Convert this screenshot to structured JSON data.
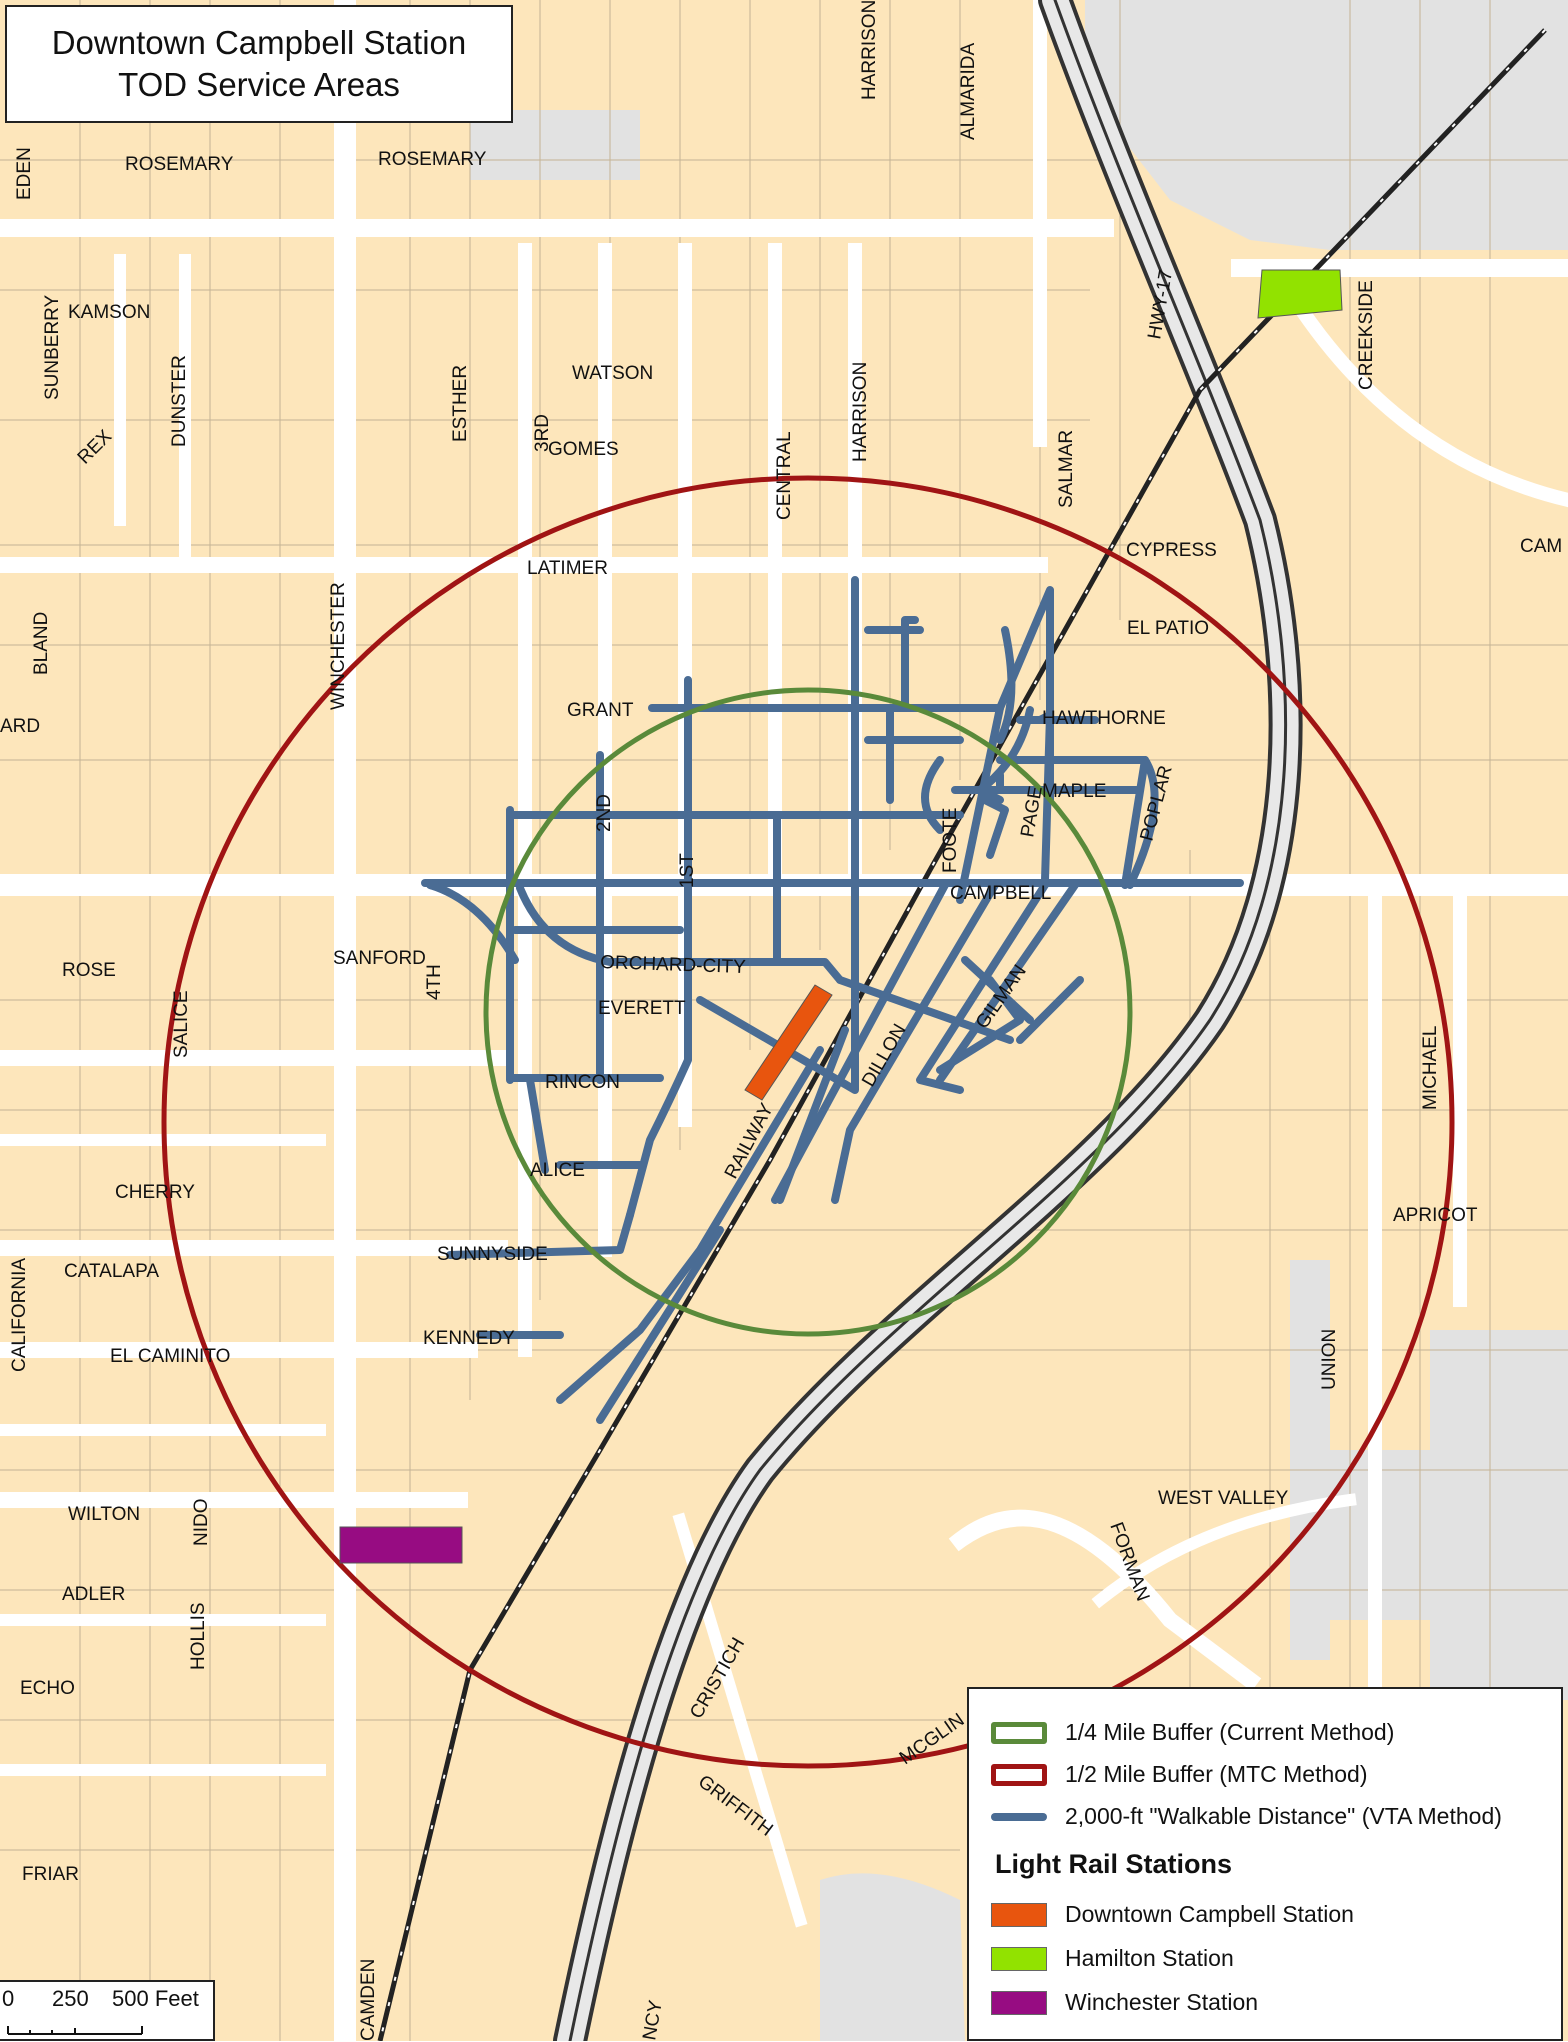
{
  "title": {
    "line1": "Downtown Campbell Station",
    "line2": "TOD Service Areas"
  },
  "colors": {
    "parcel": "#fde6bb",
    "parcel_edge": "#b9a88a",
    "road": "#ffffff",
    "paved_gray": "#e2e2e2",
    "quarter_mile_buffer": "#5a8a3a",
    "half_mile_buffer": "#a01414",
    "walkable": "#4a6c94",
    "downtown_campbell_station": "#e8550e",
    "hamilton_station": "#92e200",
    "winchester_station": "#970c82"
  },
  "streets": {
    "rosemary_w": "ROSEMARY",
    "rosemary_e": "ROSEMARY",
    "eden": "EDEN",
    "harrison_n": "HARRISON",
    "almarida": "ALMARIDA",
    "kamson": "KAMSON",
    "sunberry": "SUNBERRY",
    "rex": "REX",
    "dunster": "DUNSTER",
    "watson": "WATSON",
    "esther": "ESTHER",
    "third": "3RD",
    "gomes": "GOMES",
    "central": "CENTRAL",
    "harrison": "HARRISON",
    "salmar": "SALMAR",
    "hwy17": "HWY-17",
    "creekside": "CREEKSIDE",
    "cypress": "CYPRESS",
    "cam": "CAM",
    "latimer": "LATIMER",
    "el_patio": "EL PATIO",
    "bland": "BLAND",
    "ard": "ARD",
    "winchester": "WINCHESTER",
    "grant": "GRANT",
    "hawthorne": "HAWTHORNE",
    "maple": "MAPLE",
    "poplar": "POPLAR",
    "page": "PAGE",
    "foote": "FOOTE",
    "second": "2ND",
    "first": "1ST",
    "campbell": "CAMPBELL",
    "rose": "ROSE",
    "sanford": "SANFORD",
    "fourth": "4TH",
    "orchard_city": "ORCHARD-CITY",
    "everett": "EVERETT",
    "salice": "SALICE",
    "gilman": "GILMAN",
    "dillon": "DILLON",
    "rincon": "RINCON",
    "railway": "RAILWAY",
    "michael": "MICHAEL",
    "alice": "ALICE",
    "cherry": "CHERRY",
    "apricot": "APRICOT",
    "catalapa": "CATALAPA",
    "sunnyside": "SUNNYSIDE",
    "california": "CALIFORNIA",
    "kennedy": "KENNEDY",
    "el_caminito": "EL CAMINITO",
    "union": "UNION",
    "west_valley": "WEST VALLEY",
    "wilton": "WILTON",
    "nido": "NIDO",
    "forman": "FORMAN",
    "adler": "ADLER",
    "hollis": "HOLLIS",
    "echo": "ECHO",
    "cristich": "CRISTICH",
    "mcglin": "MCGLIN",
    "griffith": "GRIFFITH",
    "friar": "FRIAR",
    "camden": "CAMDEN",
    "ncy": "NCY"
  },
  "legend": {
    "quarter_mile": "1/4 Mile Buffer (Current Method)",
    "half_mile": "1/2 Mile Buffer (MTC Method)",
    "walkable": "2,000-ft \"Walkable Distance\" (VTA Method)",
    "stations_heading": "Light Rail Stations",
    "downtown": "Downtown Campbell Station",
    "hamilton": "Hamilton Station",
    "winchester": "Winchester Station"
  },
  "scale": {
    "zero": "0",
    "mid": "250",
    "end": "500 Feet"
  }
}
